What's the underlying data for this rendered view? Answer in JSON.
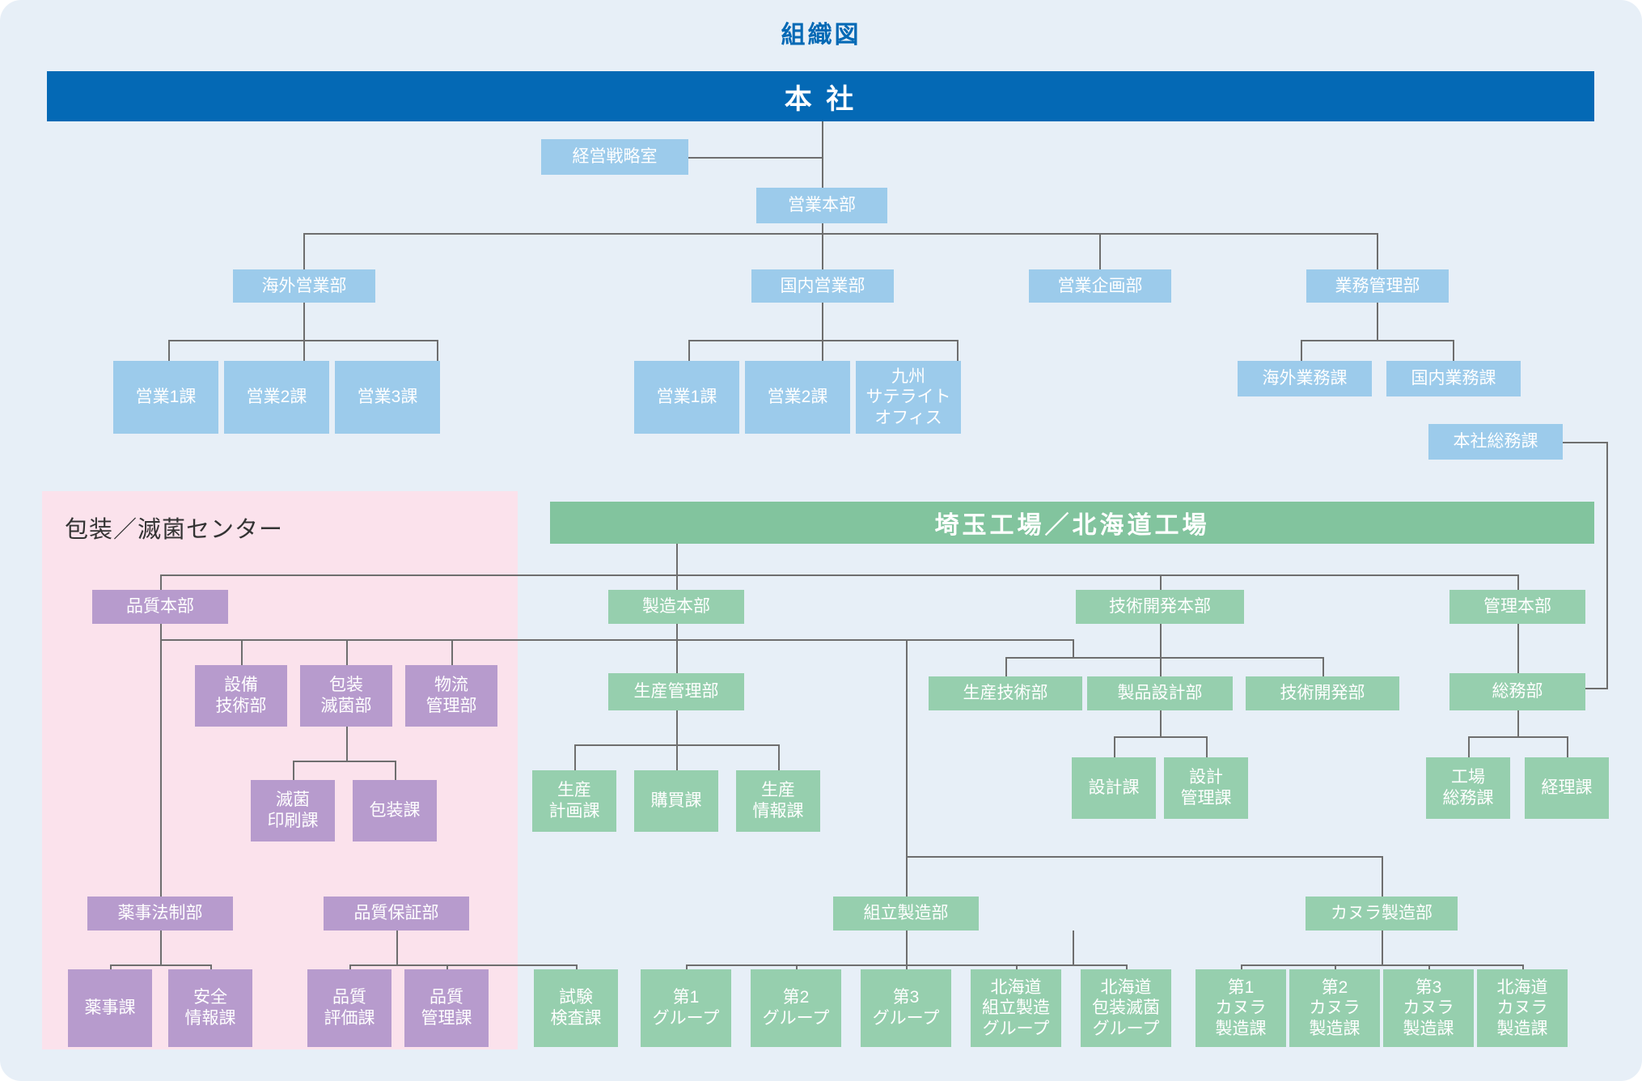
{
  "title": "組織図",
  "colors": {
    "background": "#e7eff7",
    "headquarters_banner": "#0469b5",
    "factory_banner": "#82c49e",
    "sales_node": "#9ccbeb",
    "factory_node": "#96cfae",
    "quality_node": "#b79bcd",
    "packaging_zone": "#fbe2ec",
    "connector": "#6e6e6e",
    "title_text": "#0469b5"
  },
  "zones": {
    "packaging_center": "包装／滅菌センター"
  },
  "banners": {
    "headquarters": "本 社",
    "factory": "埼玉工場／北海道工場"
  },
  "nodes": {
    "strategy_office": "経営戦略室",
    "sales_hq": "営業本部",
    "overseas_sales_dept": "海外営業部",
    "domestic_sales_dept": "国内営業部",
    "sales_planning_dept": "営業企画部",
    "business_mgmt_dept": "業務管理部",
    "overseas_sales_1": "営業1課",
    "overseas_sales_2": "営業2課",
    "overseas_sales_3": "営業3課",
    "domestic_sales_1": "営業1課",
    "domestic_sales_2": "営業2課",
    "kyushu_satellite": "九州\nサテライト\nオフィス",
    "overseas_ops": "海外業務課",
    "domestic_ops": "国内業務課",
    "hq_general_affairs": "本社総務課",
    "quality_hq": "品質本部",
    "manufacturing_hq": "製造本部",
    "tech_dev_hq": "技術開発本部",
    "admin_hq": "管理本部",
    "equipment_tech_dept": "設備\n技術部",
    "packaging_steril_dept": "包装\n滅菌部",
    "logistics_mgmt_dept": "物流\n管理部",
    "production_mgmt_dept": "生産管理部",
    "production_tech_dept": "生産技術部",
    "product_design_dept": "製品設計部",
    "tech_dev_dept": "技術開発部",
    "general_affairs_dept": "総務部",
    "steril_print_sec": "滅菌\n印刷課",
    "packaging_sec": "包装課",
    "production_plan_sec": "生産\n計画課",
    "purchasing_sec": "購買課",
    "production_info_sec": "生産\n情報課",
    "design_sec": "設計課",
    "design_mgmt_sec": "設計\n管理課",
    "factory_general_affairs_sec": "工場\n総務課",
    "accounting_sec": "経理課",
    "pharma_law_dept": "薬事法制部",
    "quality_assurance_dept": "品質保証部",
    "assembly_mfg_dept": "組立製造部",
    "cannula_mfg_dept": "カヌラ製造部",
    "pharma_sec": "薬事課",
    "safety_info_sec": "安全\n情報課",
    "quality_eval_sec": "品質\n評価課",
    "quality_mgmt_sec": "品質\n管理課",
    "test_inspection_sec": "試験\n検査課",
    "group_1": "第1\nグループ",
    "group_2": "第2\nグループ",
    "group_3": "第3\nグループ",
    "hokkaido_assembly_group": "北海道\n組立製造\nグループ",
    "hokkaido_packaging_group": "北海道\n包装滅菌\nグループ",
    "cannula_1": "第1\nカヌラ\n製造課",
    "cannula_2": "第2\nカヌラ\n製造課",
    "cannula_3": "第3\nカヌラ\n製造課",
    "cannula_hokkaido": "北海道\nカヌラ\n製造課"
  }
}
